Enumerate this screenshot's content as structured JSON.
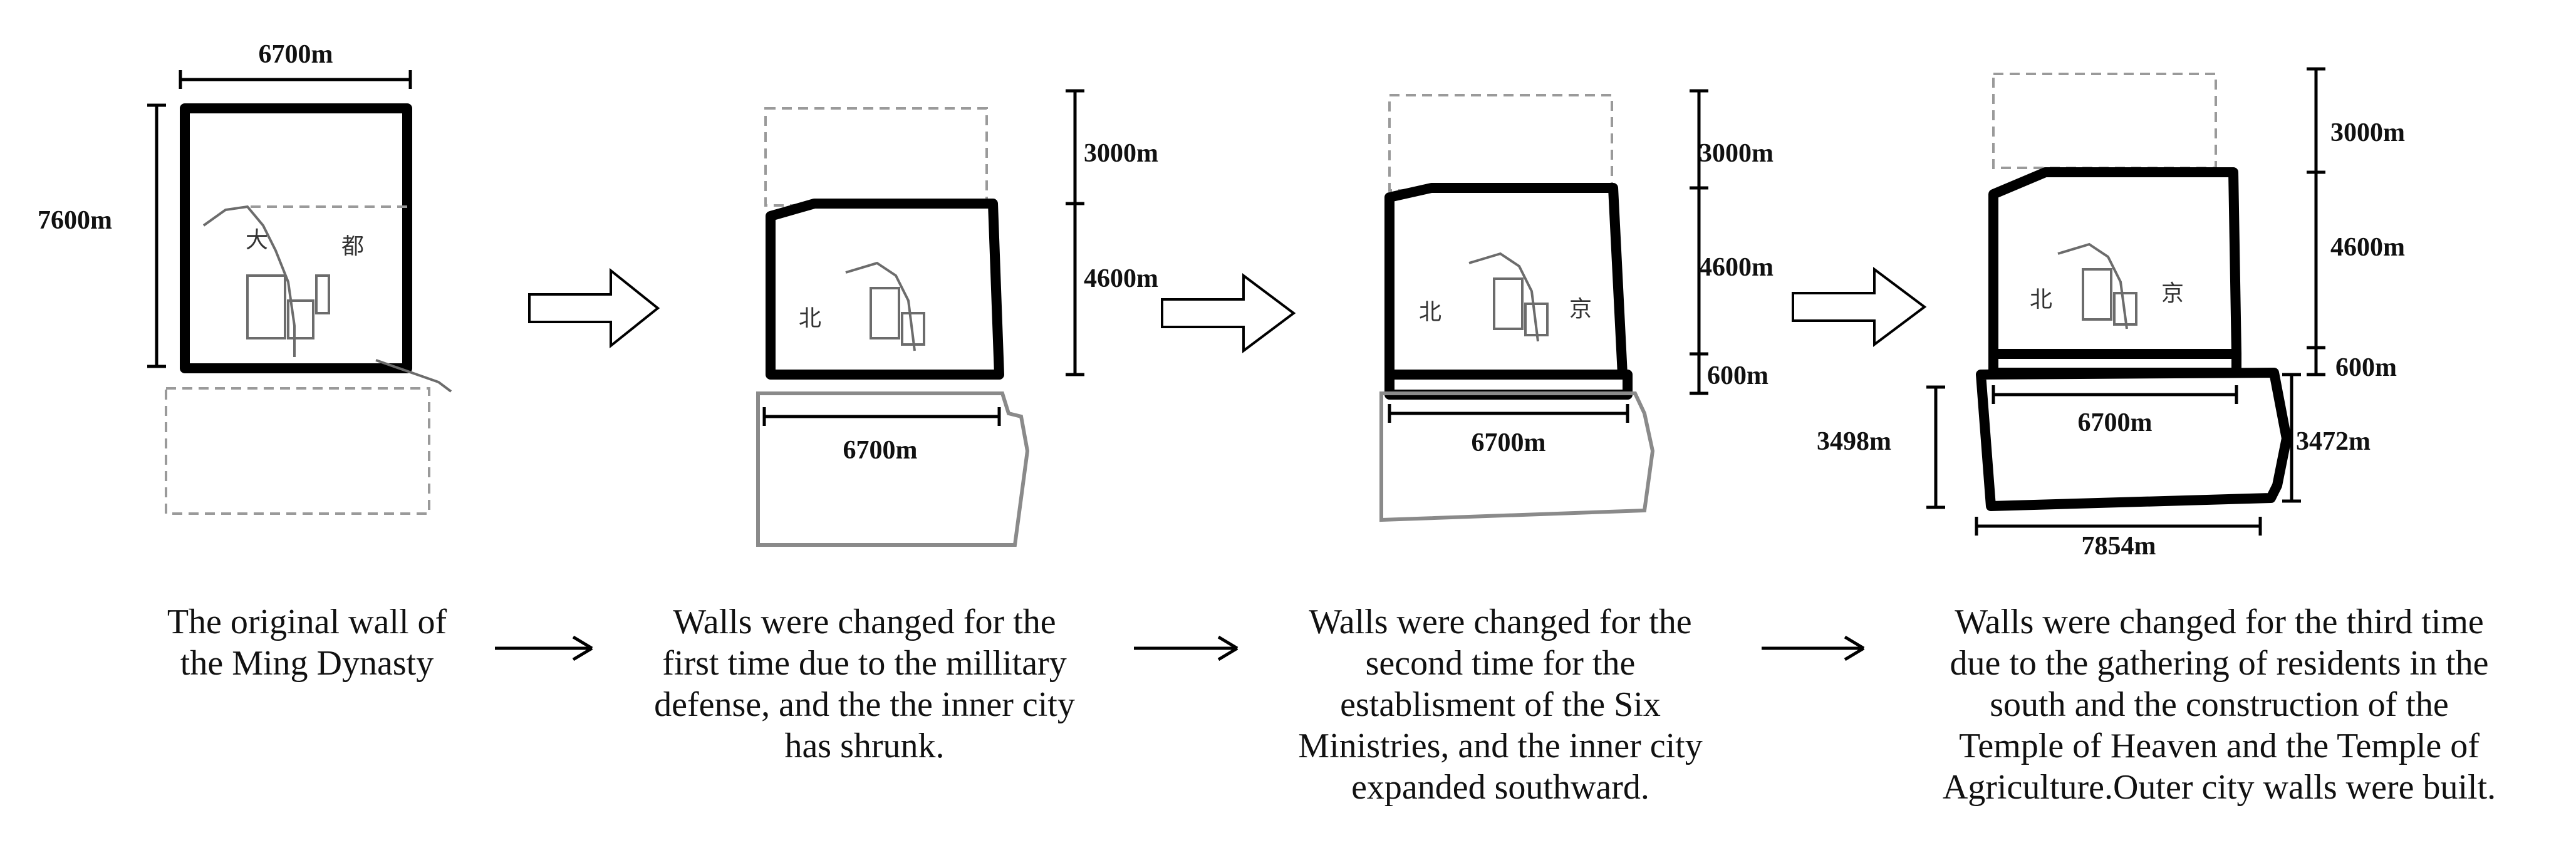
{
  "stages": [
    {
      "dimensions": {
        "top_width": "6700m",
        "height": "7600m"
      },
      "caption": "The original wall of\nthe Ming Dynasty"
    },
    {
      "dimensions": {
        "north_removed": "3000m",
        "inner_height": "4600m",
        "bottom_width": "6700m"
      },
      "caption": "Walls were changed for the\nfirst time due to the millitary\ndefense, and the the inner city\nhas shrunk."
    },
    {
      "dimensions": {
        "north_removed": "3000m",
        "inner_height": "4600m",
        "south_extension": "600m",
        "bottom_width": "6700m"
      },
      "caption": "Walls were changed for the\nsecond time for the\nestablisment of the Six\nMinistries, and the inner city\nexpanded southward."
    },
    {
      "dimensions": {
        "north_removed": "3000m",
        "inner_height": "4600m",
        "south_extension": "600m",
        "inner_width": "6700m",
        "outer_left_height": "3498m",
        "outer_right_height": "3472m",
        "outer_width": "7854m"
      },
      "caption": "Walls were changed for the third time\ndue to the gathering of residents in the\nsouth and the construction of the\nTemple of Heaven and the Temple of\nAgriculture.Outer city walls were built."
    }
  ],
  "map_labels": {
    "da": "大",
    "du": "都",
    "bei": "北",
    "jing": "京"
  }
}
